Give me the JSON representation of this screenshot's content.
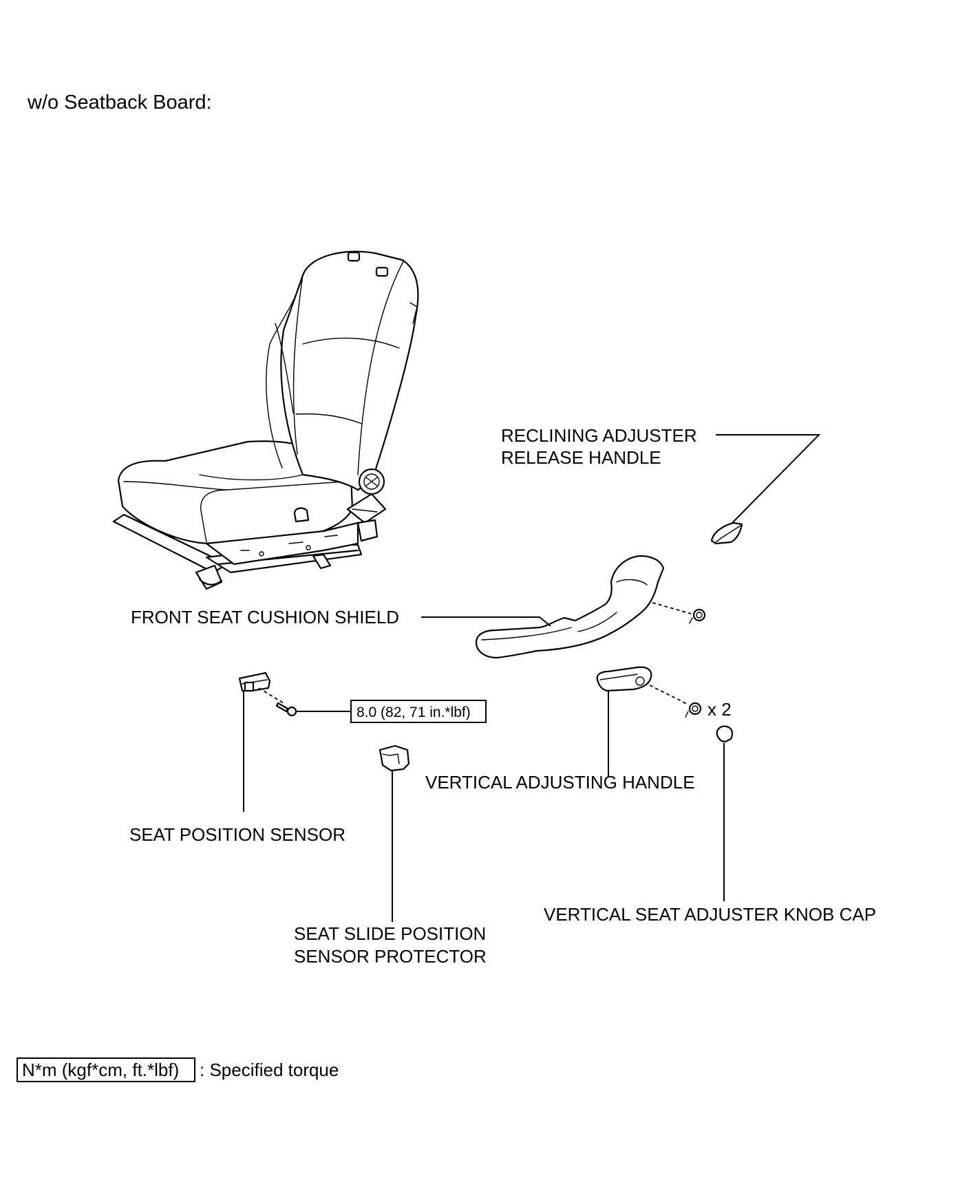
{
  "header": {
    "variant_label": "w/o Seatback Board:"
  },
  "parts": {
    "reclining_adjuster_release_handle": [
      "RECLINING ADJUSTER",
      "RELEASE HANDLE"
    ],
    "front_seat_cushion_shield": "FRONT SEAT CUSHION SHIELD",
    "vertical_adjusting_handle": "VERTICAL ADJUSTING HANDLE",
    "seat_position_sensor": "SEAT POSITION SENSOR",
    "seat_slide_position_sensor_protector": [
      "SEAT SLIDE POSITION",
      "SENSOR PROTECTOR"
    ],
    "vertical_seat_adjuster_knob_cap": "VERTICAL SEAT ADJUSTER KNOB CAP"
  },
  "fasteners": {
    "clip_quantity": "x 2",
    "sensor_bolt_torque": "8.0 (82, 71 in.*lbf)"
  },
  "legend": {
    "torque_unit": "N*m (kgf*cm, ft.*lbf)",
    "torque_description": ": Specified torque"
  }
}
